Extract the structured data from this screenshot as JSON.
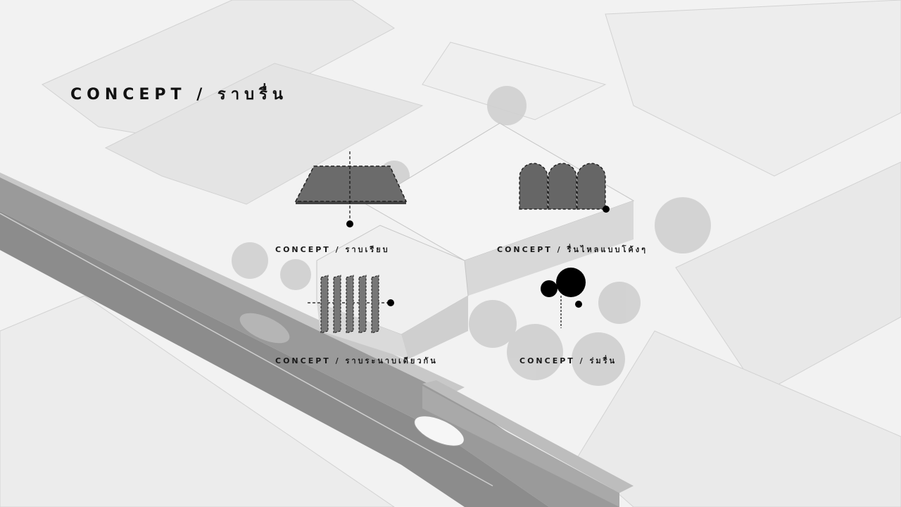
{
  "title": "CONCEPT / ราบรื่น",
  "concepts": [
    {
      "label": "CONCEPT / ราบเรียบ"
    },
    {
      "label": "CONCEPT / รื่นไหลแบบโค้งๆ"
    },
    {
      "label": "CONCEPT / ราบระนาบเดียวกัน"
    },
    {
      "label": "CONCEPT / ร่มรื่น"
    }
  ],
  "colors": {
    "background": "#f2f2f2",
    "road": "#8c8c8c",
    "roof": "#ececec",
    "concept_shape": "#666666",
    "marker": "#000000"
  }
}
